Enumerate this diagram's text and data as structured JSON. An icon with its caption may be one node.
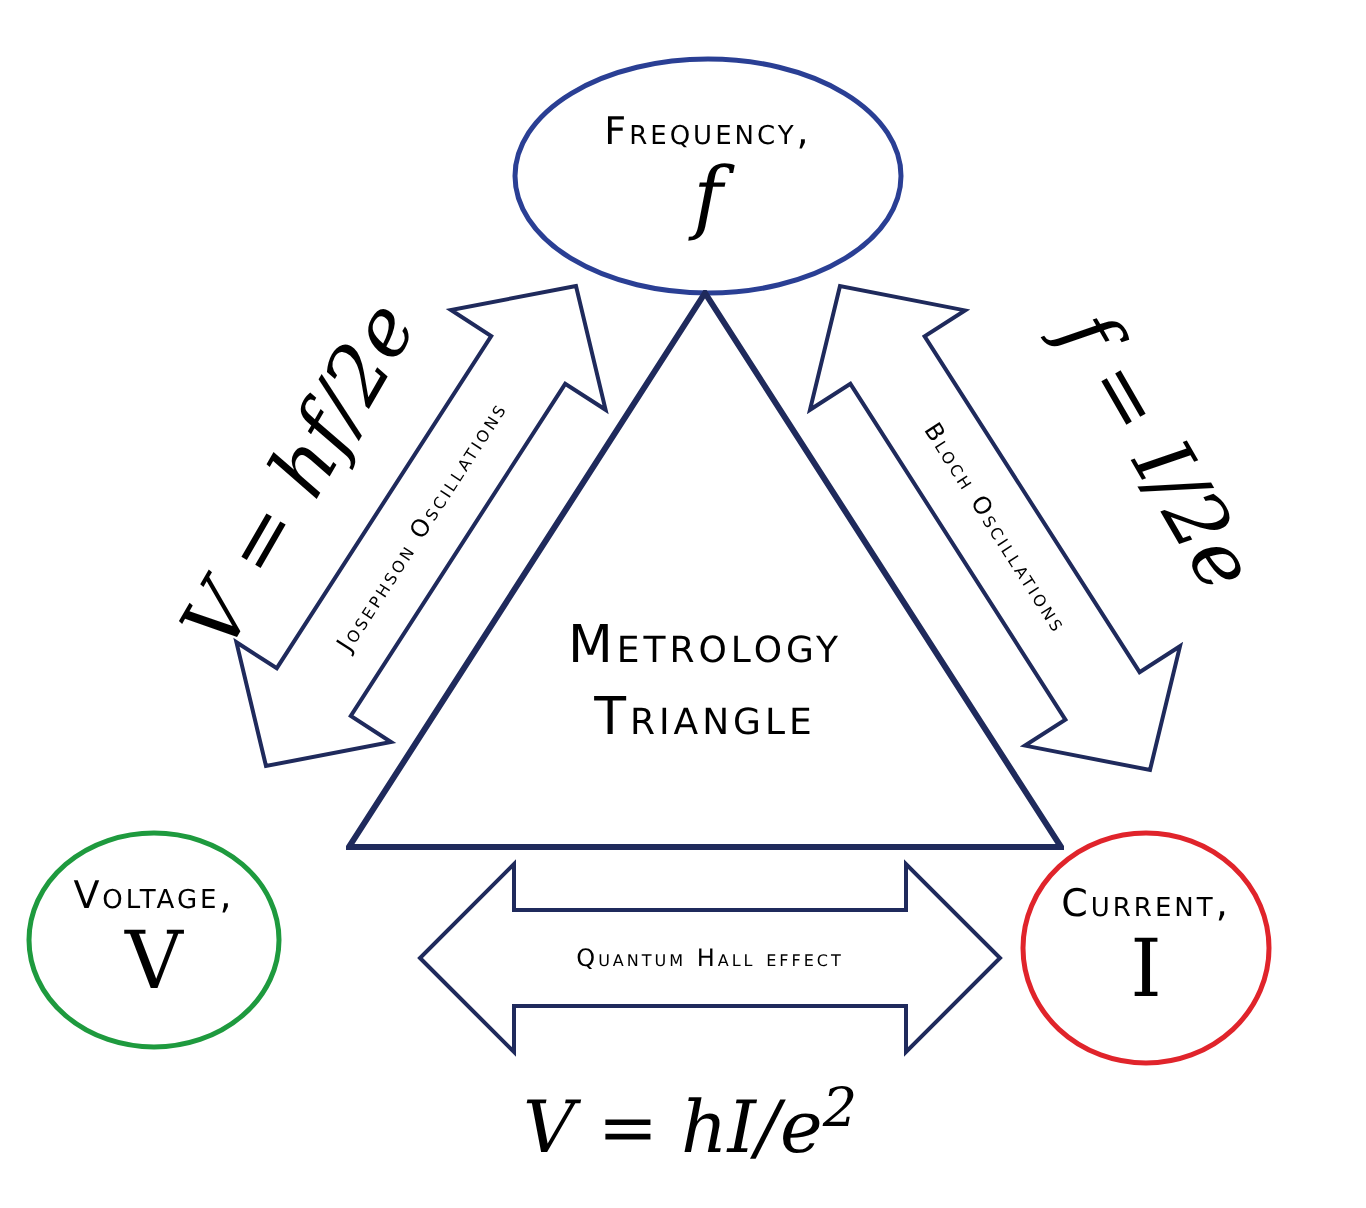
{
  "diagram": {
    "nodes": [
      {
        "text": [
          "Frequency,",
          "f"
        ]
      },
      {
        "text": [
          "Voltage,",
          "V"
        ]
      },
      {
        "text": [
          "Current,",
          "I"
        ]
      },
      {
        "text": [
          "Metrology Triangle"
        ]
      }
    ],
    "edges": [
      {
        "from": 0,
        "to": 1,
        "arrow": "both",
        "label": "Josephson Oscillations"
      },
      {
        "from": 0,
        "to": 2,
        "arrow": "both",
        "label": "Bloch Oscillations"
      },
      {
        "from": 1,
        "to": 2,
        "arrow": "both",
        "label": "Quantum Hall effect"
      }
    ],
    "labels": [
      "V = hf/2e",
      "f = I/2e",
      "V = hI/e$^{2}$"
    ]
  }
}
